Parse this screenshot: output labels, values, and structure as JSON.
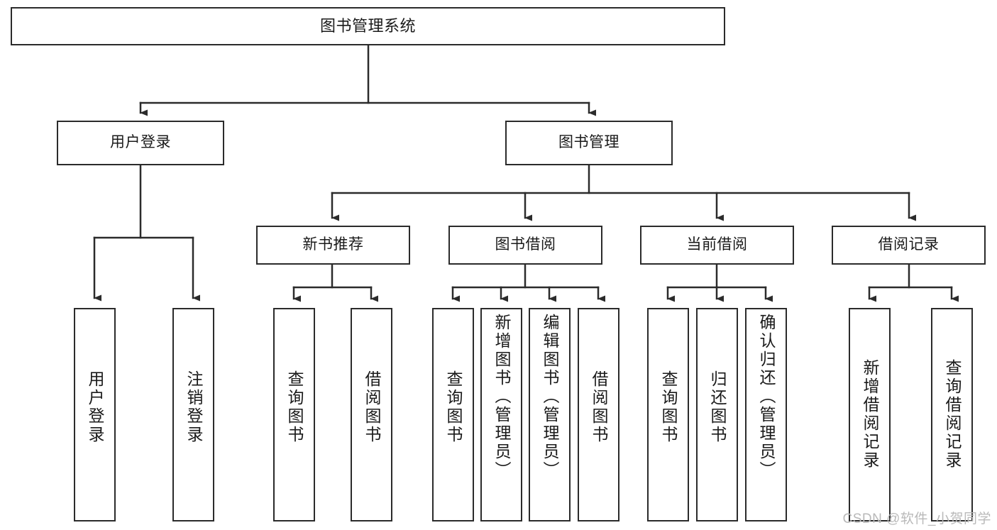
{
  "diagram": {
    "type": "tree",
    "title": "图书管理系统",
    "stroke_color": "#2b2b2b",
    "fill_color": "#ffffff",
    "text_color": "#1a1a1a",
    "root": {
      "id": "root",
      "label": "图书管理系统"
    },
    "level1": [
      {
        "id": "user-login",
        "label": "用户登录"
      },
      {
        "id": "book-manage",
        "label": "图书管理"
      }
    ],
    "level2": [
      {
        "id": "new-book-rec",
        "label": "新书推荐"
      },
      {
        "id": "book-borrow",
        "label": "图书借阅"
      },
      {
        "id": "current-borrow",
        "label": "当前借阅"
      },
      {
        "id": "borrow-record",
        "label": "借阅记录"
      }
    ],
    "leaves": {
      "user_login": [
        {
          "id": "leaf-user-login",
          "label": "用户登录"
        },
        {
          "id": "leaf-logout",
          "label": "注销登录"
        }
      ],
      "new_book_rec": [
        {
          "id": "leaf-query-book-1",
          "label": "查询图书"
        },
        {
          "id": "leaf-borrow-book-1",
          "label": "借阅图书"
        }
      ],
      "book_borrow": [
        {
          "id": "leaf-query-book-2",
          "label": "查询图书"
        },
        {
          "id": "leaf-add-book",
          "label": "新增图书（管理员）"
        },
        {
          "id": "leaf-edit-book",
          "label": "编辑图书（管理员）"
        },
        {
          "id": "leaf-borrow-book-2",
          "label": "借阅图书"
        }
      ],
      "current_borrow": [
        {
          "id": "leaf-query-book-3",
          "label": "查询图书"
        },
        {
          "id": "leaf-return-book",
          "label": "归还图书"
        },
        {
          "id": "leaf-confirm-return",
          "label": "确认归还（管理员）"
        }
      ],
      "borrow_record": [
        {
          "id": "leaf-add-record",
          "label": "新增借阅记录"
        },
        {
          "id": "leaf-query-record",
          "label": "查询借阅记录"
        }
      ]
    }
  },
  "watermark": {
    "text": "CSDN @软件_小贺同学"
  }
}
